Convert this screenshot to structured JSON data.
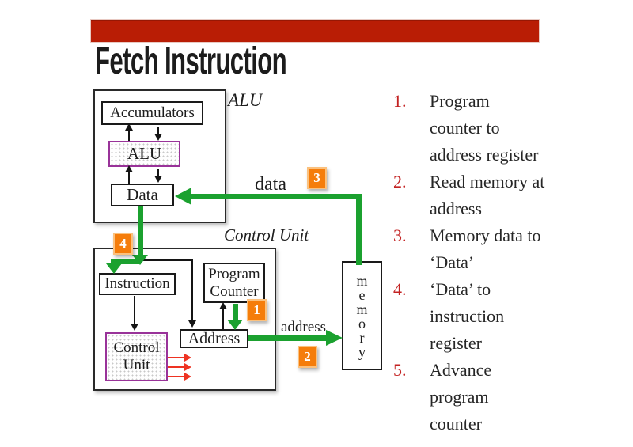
{
  "slide": {
    "title": "Fetch Instruction"
  },
  "diagram": {
    "alu_group_label": "ALU",
    "control_group_label": "Control Unit",
    "boxes": {
      "accumulators": "Accumulators",
      "alu": "ALU",
      "data": "Data",
      "instruction": "Instruction",
      "program_counter": "Program Counter",
      "address": "Address",
      "control_unit": "Control Unit",
      "memory": "memory"
    },
    "wire_labels": {
      "data": "data",
      "address": "address"
    },
    "badges": {
      "b1": "1",
      "b2": "2",
      "b3": "3",
      "b4": "4"
    },
    "colors": {
      "wire_green": "#1ba12f",
      "badge_orange": "#f57d0b",
      "box_purple": "#993399",
      "banner_red": "#b91d05",
      "signal_red": "#ee3322",
      "step_number_red": "#c32222"
    }
  },
  "steps": {
    "items": [
      {
        "number": "1.",
        "lines": [
          "Program",
          "counter to",
          "address register"
        ]
      },
      {
        "number": "2.",
        "lines": [
          "Read memory at",
          "address"
        ]
      },
      {
        "number": "3.",
        "lines": [
          "Memory data to",
          "‘Data’"
        ]
      },
      {
        "number": "4.",
        "lines": [
          "‘Data’ to",
          "instruction",
          "register"
        ]
      },
      {
        "number": "5.",
        "lines": [
          "Advance",
          "program",
          "counter"
        ]
      }
    ]
  }
}
